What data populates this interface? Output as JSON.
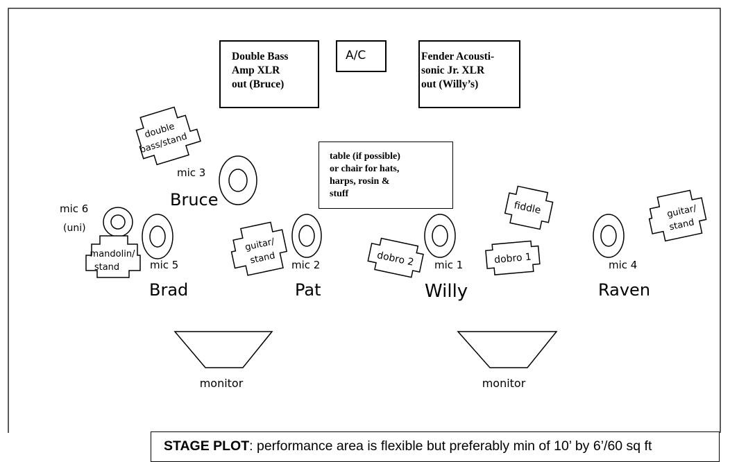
{
  "equipment": {
    "bass_amp": "Double Bass\nAmp XLR\nout (Bruce)",
    "ac": "A/C",
    "fender_amp": "Fender Acousti-\nsonic Jr. XLR\nout (Willy’s)",
    "table_note": "table (if possible)\nor chair for hats,\nharps, rosin &\nstuff"
  },
  "stands": {
    "double_bass": [
      "double",
      "bass/stand"
    ],
    "mandolin": [
      "mandolin/",
      "stand"
    ],
    "guitar_pat": [
      "guitar/",
      "stand"
    ],
    "dobro2": [
      "dobro 2"
    ],
    "dobro1": [
      "dobro 1"
    ],
    "fiddle": [
      "fiddle"
    ],
    "guitar_raven": [
      "guitar/",
      "stand"
    ]
  },
  "mics": {
    "mic3": "mic 3",
    "mic6": "mic 6",
    "mic6_note": "(uni)",
    "mic5": "mic 5",
    "mic2": "mic 2",
    "mic1": "mic 1",
    "mic4": "mic 4"
  },
  "performers": {
    "bruce": "Bruce",
    "brad": "Brad",
    "pat": "Pat",
    "willy": "Willy",
    "raven": "Raven"
  },
  "monitors": {
    "left": "monitor",
    "right": "monitor"
  },
  "caption": {
    "title": "STAGE PLOT",
    "text": ": performance area is flexible but preferably min of 10’ by 6’/60 sq ft"
  }
}
